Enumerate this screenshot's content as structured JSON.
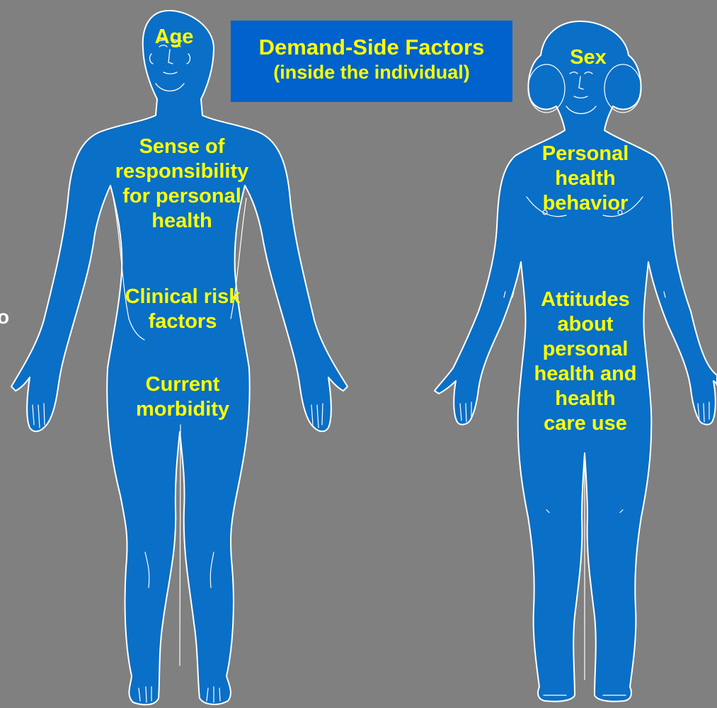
{
  "title": {
    "main": "Demand-Side Factors",
    "sub": "(inside the individual)"
  },
  "edge_fragment": "o",
  "male_figure": {
    "labels": {
      "age": "Age",
      "responsibility": "Sense of\nresponsibility\nfor personal\nhealth",
      "clinical": "Clinical risk\nfactors",
      "morbidity": "Current\nmorbidity"
    }
  },
  "female_figure": {
    "labels": {
      "sex": "Sex",
      "behavior": "Personal\nhealth\nbehavior",
      "attitudes": "Attitudes\nabout\npersonal\nhealth and\nhealth\ncare use"
    }
  },
  "colors": {
    "background": "#808080",
    "figure_fill": "#0a6fc6",
    "title_box": "#0062cc",
    "label_text": "#ffff00",
    "outline": "#ffffff"
  }
}
